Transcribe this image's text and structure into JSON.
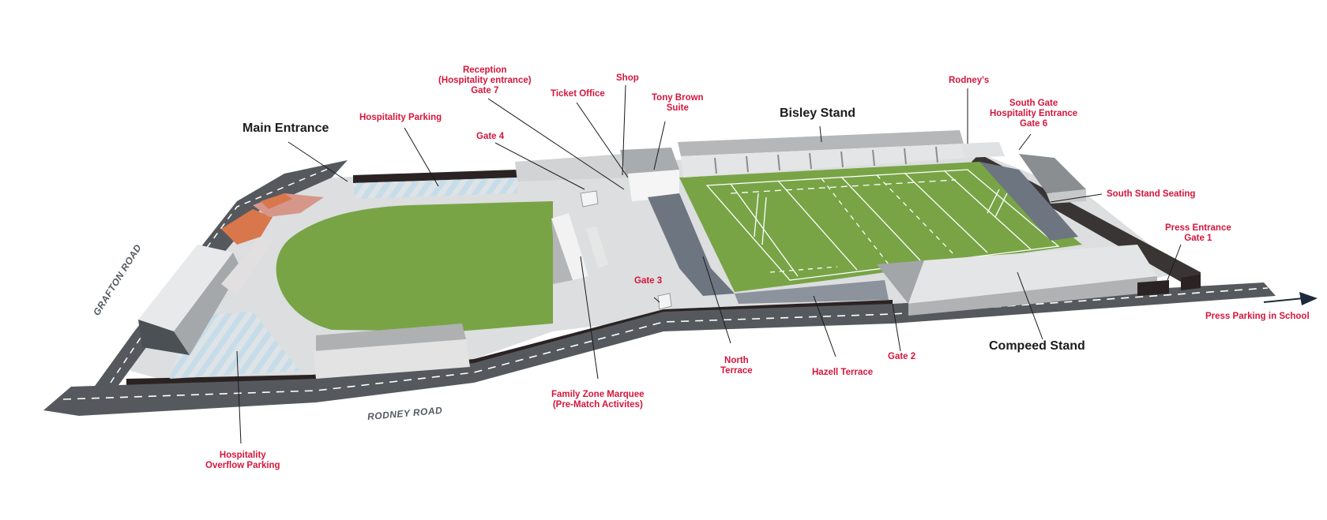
{
  "map": {
    "colors": {
      "label_red": "#d4163c",
      "label_dark": "#1c1c1c",
      "pitch_green": "#78a446",
      "road": "#55595d",
      "wall": "#2b2323",
      "ground": "#dcdedf",
      "stand_light": "#e6e7e8",
      "stand_mid": "#b5b7b9",
      "seating": "#6d7580",
      "parking_stripe": "#c6dde9",
      "roof_orange": "#d9774c",
      "roof_pink": "#d6968a"
    },
    "stands": {
      "main_entrance": "Main Entrance",
      "bisley": "Bisley Stand",
      "compeed": "Compeed Stand"
    },
    "labels": {
      "hospitality_parking": "Hospitality Parking",
      "reception_1": "Reception",
      "reception_2": "(Hospitality entrance)",
      "reception_3": "Gate 7",
      "gate4": "Gate 4",
      "ticket_office": "Ticket Office",
      "shop": "Shop",
      "tony_brown_1": "Tony Brown",
      "tony_brown_2": "Suite",
      "rodneys": "Rodney's",
      "south_gate_1": "South Gate",
      "south_gate_2": "Hospitality Entrance",
      "south_gate_3": "Gate 6",
      "south_stand_seating": "South Stand Seating",
      "press_entrance_1": "Press Entrance",
      "press_entrance_2": "Gate 1",
      "press_parking": "Press Parking in School",
      "gate3": "Gate 3",
      "north_terrace_1": "North",
      "north_terrace_2": "Terrace",
      "hazell_terrace": "Hazell Terrace",
      "gate2": "Gate 2",
      "family_zone_1": "Family Zone Marquee",
      "family_zone_2": "(Pre-Match Activites)",
      "overflow_1": "Hospitality",
      "overflow_2": "Overflow Parking"
    },
    "roads": {
      "grafton": "GRAFTON ROAD",
      "rodney": "RODNEY ROAD"
    }
  }
}
